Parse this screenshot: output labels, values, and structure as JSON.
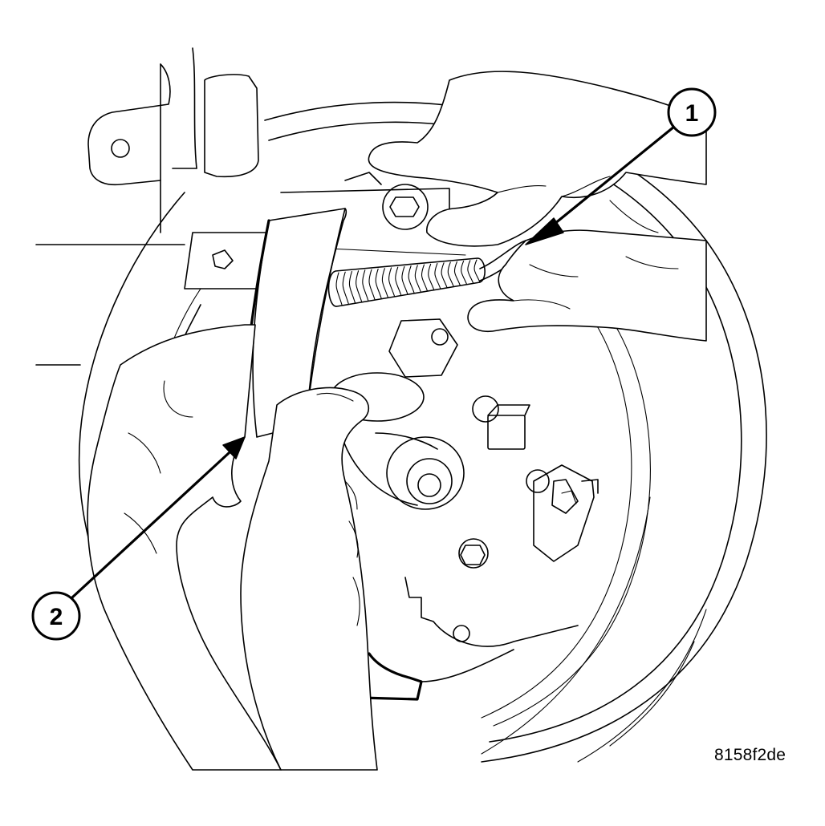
{
  "figure": {
    "id_code": "8158f2de"
  },
  "callouts": [
    {
      "number": "1",
      "target": "spring"
    },
    {
      "number": "2",
      "target": "brake-shoe"
    }
  ]
}
